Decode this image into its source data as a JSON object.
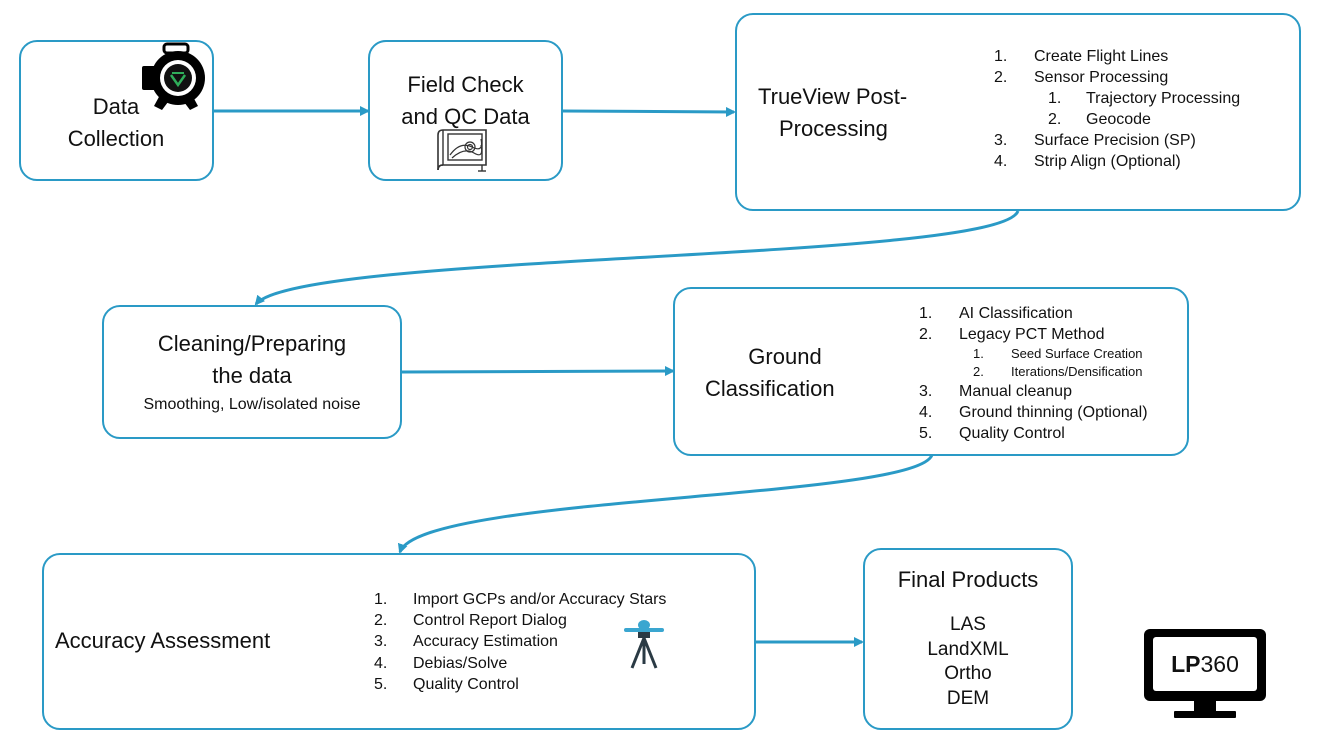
{
  "nodes": {
    "data_collection": {
      "line1": "Data",
      "line2": "Collection"
    },
    "field_check": {
      "line1": "Field Check",
      "line2": "and QC Data"
    },
    "trueview": {
      "line1": "TrueView Post-",
      "line2": "Processing",
      "steps": [
        {
          "num": "1.",
          "label": "Create Flight Lines"
        },
        {
          "num": "2.",
          "label": "Sensor Processing"
        },
        {
          "num": "1.",
          "label": "Trajectory Processing",
          "sub": true
        },
        {
          "num": "2.",
          "label": "Geocode",
          "sub": true
        },
        {
          "num": "3.",
          "label": "Surface Precision (SP)"
        },
        {
          "num": "4.",
          "label": "Strip Align (Optional)"
        }
      ]
    },
    "cleaning": {
      "line1": "Cleaning/Preparing",
      "line2": "the data",
      "subtitle": "Smoothing, Low/isolated noise"
    },
    "ground": {
      "line1": "Ground",
      "line2": "Classification",
      "steps": [
        {
          "num": "1.",
          "label": "AI Classification"
        },
        {
          "num": "2.",
          "label": "Legacy PCT Method"
        },
        {
          "num": "1.",
          "label": "Seed Surface Creation",
          "sub": true
        },
        {
          "num": "2.",
          "label": "Iterations/Densification",
          "sub": true
        },
        {
          "num": "3.",
          "label": "Manual cleanup"
        },
        {
          "num": "4.",
          "label": "Ground thinning (Optional)"
        },
        {
          "num": "5.",
          "label": "Quality Control"
        }
      ]
    },
    "accuracy": {
      "title": "Accuracy Assessment",
      "steps": [
        {
          "num": "1.",
          "label": "Import GCPs and/or Accuracy Stars"
        },
        {
          "num": "2.",
          "label": "Control Report Dialog"
        },
        {
          "num": "3.",
          "label": "Accuracy Estimation"
        },
        {
          "num": "4.",
          "label": "Debias/Solve"
        },
        {
          "num": "5.",
          "label": "Quality Control"
        }
      ]
    },
    "final": {
      "title": "Final Products",
      "items": [
        "LAS",
        "LandXML",
        "Ortho",
        "DEM"
      ]
    }
  },
  "logo": {
    "text_bold": "LP",
    "text_light": "360"
  },
  "icons": [
    "lidar-sensor-icon",
    "survey-map-icon",
    "survey-tripod-icon",
    "monitor-icon"
  ],
  "colors": {
    "accent": "#2a9ac6",
    "text": "#111111",
    "icon_green": "#2fae5a"
  }
}
